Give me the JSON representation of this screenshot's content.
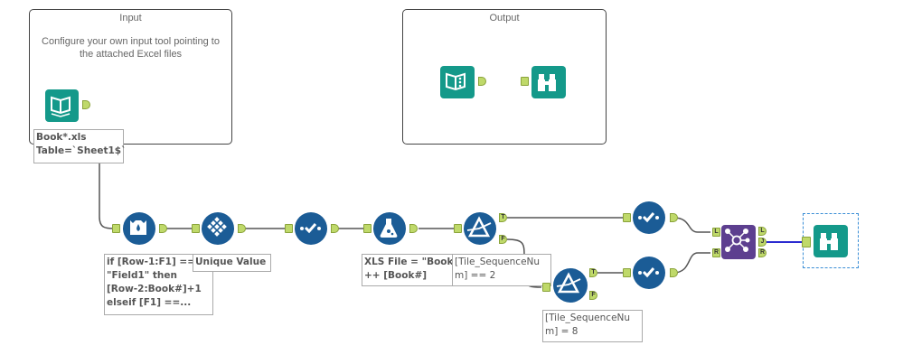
{
  "containers": {
    "input": {
      "title": "Input",
      "description": "Configure your own input tool pointing to the attached Excel files"
    },
    "output": {
      "title": "Output"
    }
  },
  "tools": {
    "input_data": {
      "icon": "input-book-icon",
      "annotation_line1": "Book*.xls",
      "annotation_line2": "Table=`Sheet1$`"
    },
    "output_data": {
      "icon": "output-book-icon"
    },
    "output_browse": {
      "icon": "binoculars-icon"
    },
    "multi_row_formula": {
      "icon": "multi-row-formula-icon",
      "annotation": "if [Row-1:F1] == \"Field1\" then [Row-2:Book#]+1 elseif [F1] ==...",
      "annotation_lines": [
        "if [Row-1:F1] ==",
        "\"Field1\" then",
        "[Row-2:Book#]+1",
        "elseif [F1] ==..."
      ]
    },
    "unique": {
      "icon": "unique-icon",
      "annotation": "Unique Value"
    },
    "select_1": {
      "icon": "select-check-icon"
    },
    "formula": {
      "icon": "formula-flask-icon",
      "annotation_lines": [
        "XLS File = \"Book\"",
        "++ [Book#]"
      ]
    },
    "filter_1": {
      "icon": "filter-prism-icon",
      "annotation_lines": [
        "[Tile_SequenceNu",
        "m] == 2"
      ],
      "out_true": "T",
      "out_false": "F"
    },
    "filter_2": {
      "icon": "filter-prism-icon",
      "annotation_lines": [
        "[Tile_SequenceNu",
        "m] = 8"
      ],
      "out_true": "T",
      "out_false": "F"
    },
    "select_2": {
      "icon": "select-check-icon"
    },
    "select_3": {
      "icon": "select-check-icon"
    },
    "join": {
      "icon": "join-icon",
      "in_left": "L",
      "in_right": "R",
      "out_left": "L",
      "out_join": "J",
      "out_right": "R"
    },
    "browse": {
      "icon": "binoculars-icon"
    }
  },
  "colors": {
    "tool_blue": "#1b5c96",
    "tool_teal": "#14998a",
    "tool_purple": "#5d3f8f",
    "anchor": "#bfd96a",
    "wire": "#555555",
    "selected_wire": "#2a2ad0"
  }
}
